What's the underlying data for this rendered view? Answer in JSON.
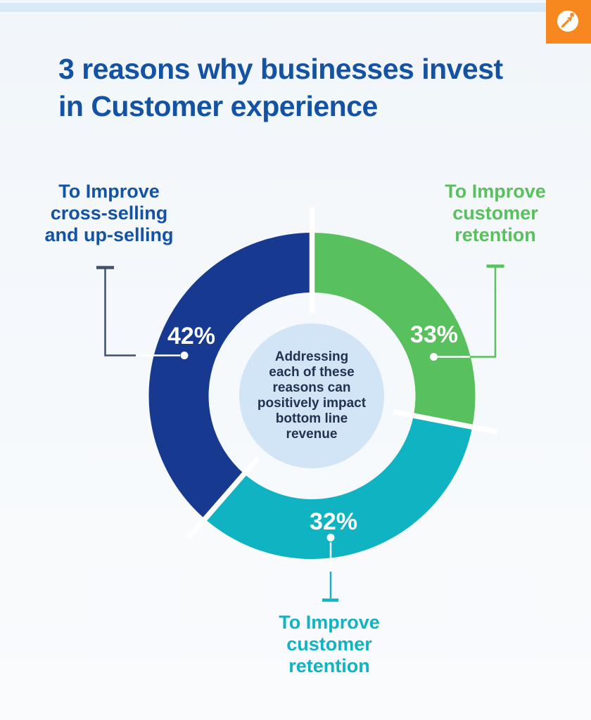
{
  "page": {
    "title": "3 reasons why businesses invest\nin Customer experience",
    "title_color": "#1452a4",
    "background_top": "#f1f6fa",
    "background_bottom": "#fafbfd",
    "top_strip_color": "#d9e9f6"
  },
  "logo": {
    "background": "#f6881f",
    "icon": "arrow-up-right-with-square-icon",
    "icon_color": "#ffffff"
  },
  "chart_data": {
    "type": "pie",
    "subtype": "donut",
    "title": "3 reasons why businesses invest in Customer experience",
    "center_text": "Addressing\neach of these\nreasons can\npositively impact\nbottom line\nrevenue",
    "center_circle_color": "#d2e5f6",
    "center_text_color": "#233250",
    "value_label_color": "#ffffff",
    "segment_gap_color": "#ffffff",
    "connector_gray": "#42506b",
    "segments": [
      {
        "name": "customer-retention-green",
        "label": "To Improve\ncustomer\nretention",
        "value": 33,
        "value_label": "33%",
        "color": "#58c05c",
        "start_angle": 0,
        "end_angle": 101,
        "label_position": "top-right"
      },
      {
        "name": "customer-retention-teal",
        "label": "To Improve\ncustomer\nretention",
        "value": 32,
        "value_label": "32%",
        "color": "#0fb3c2",
        "start_angle": 101,
        "end_angle": 221,
        "label_position": "bottom"
      },
      {
        "name": "cross-selling-up-selling",
        "label": "To Improve\ncross-selling\nand up-selling",
        "value": 42,
        "value_label": "42%",
        "color": "#17398f",
        "start_angle": 221,
        "end_angle": 360,
        "label_position": "top-left"
      }
    ],
    "callout_label_colors": {
      "left": "#1452a4",
      "right": "#58c05c",
      "bottom": "#0fb3c2"
    }
  }
}
